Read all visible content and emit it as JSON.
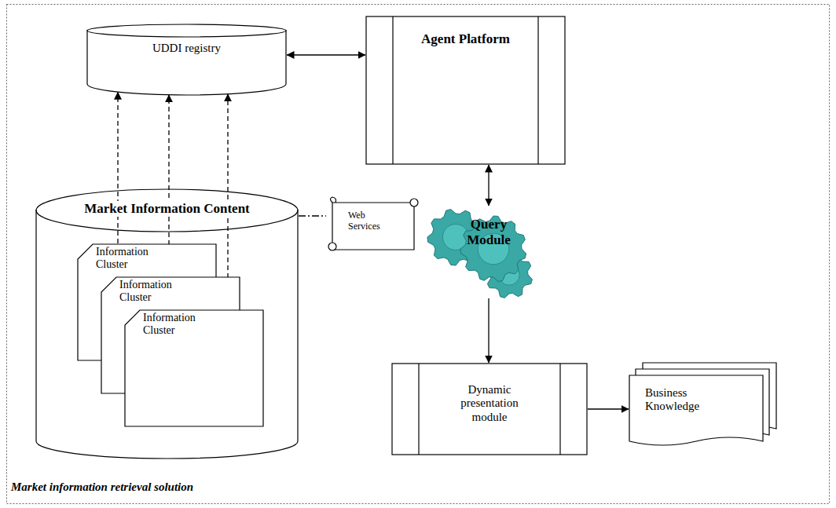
{
  "diagram": {
    "caption": "Market information retrieval solution",
    "nodes": [
      {
        "text": [
          "UDDI registry"
        ]
      },
      {
        "text": [
          "Agent Platform"
        ]
      },
      {
        "text": [
          "Market Information Content"
        ]
      },
      {
        "text": [
          "Information Cluster"
        ],
        "in": 2
      },
      {
        "text": [
          "Information Cluster"
        ],
        "in": 2
      },
      {
        "text": [
          "Information Cluster"
        ],
        "in": 2
      },
      {
        "text": [
          "Web Services"
        ]
      },
      {
        "text": [
          "Query Module"
        ]
      },
      {
        "text": [
          "Dynamic presentation module"
        ]
      },
      {
        "text": [
          "Business Knowledge"
        ]
      }
    ],
    "edges": [
      {
        "from": 0,
        "to": 1,
        "arrow": "both"
      },
      {
        "from": 3,
        "to": 0,
        "arrow": "to"
      },
      {
        "from": 4,
        "to": 0,
        "arrow": "to"
      },
      {
        "from": 5,
        "to": 0,
        "arrow": "to"
      },
      {
        "from": 2,
        "to": 6,
        "arrow": "none"
      },
      {
        "from": 1,
        "to": 7,
        "arrow": "both"
      },
      {
        "from": 7,
        "to": 8,
        "arrow": "to"
      },
      {
        "from": 8,
        "to": 9,
        "arrow": "to"
      }
    ]
  }
}
